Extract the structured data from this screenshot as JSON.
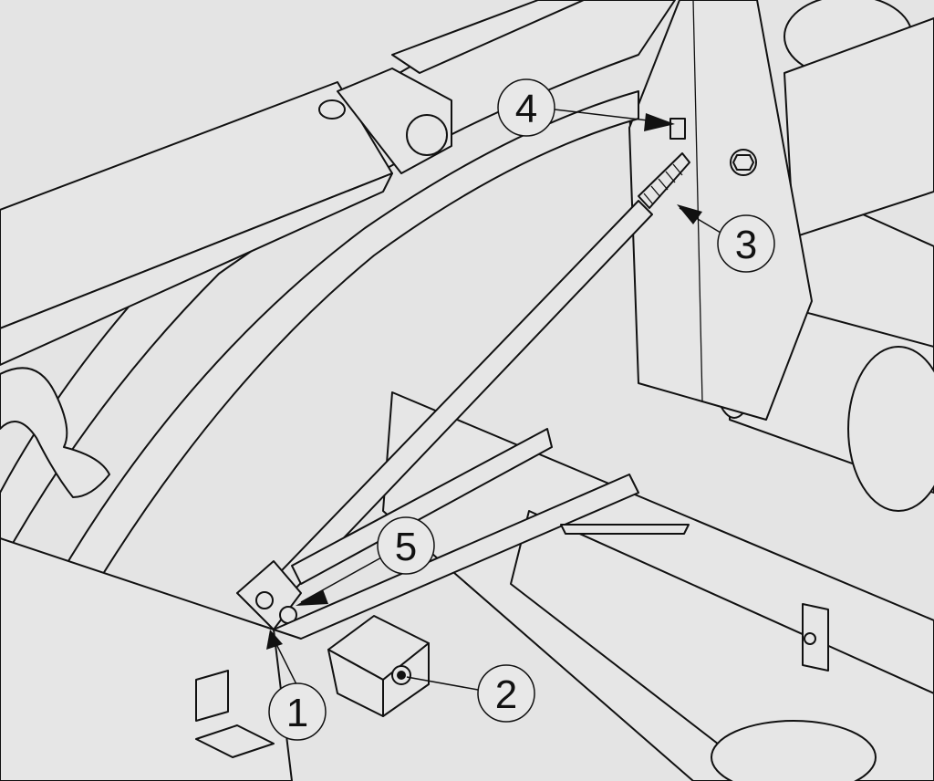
{
  "callouts": [
    {
      "id": "1",
      "label": "1"
    },
    {
      "id": "2",
      "label": "2"
    },
    {
      "id": "3",
      "label": "3"
    },
    {
      "id": "4",
      "label": "4"
    },
    {
      "id": "5",
      "label": "5"
    }
  ],
  "colors": {
    "background": "#e4e4e4",
    "line": "#111111"
  }
}
